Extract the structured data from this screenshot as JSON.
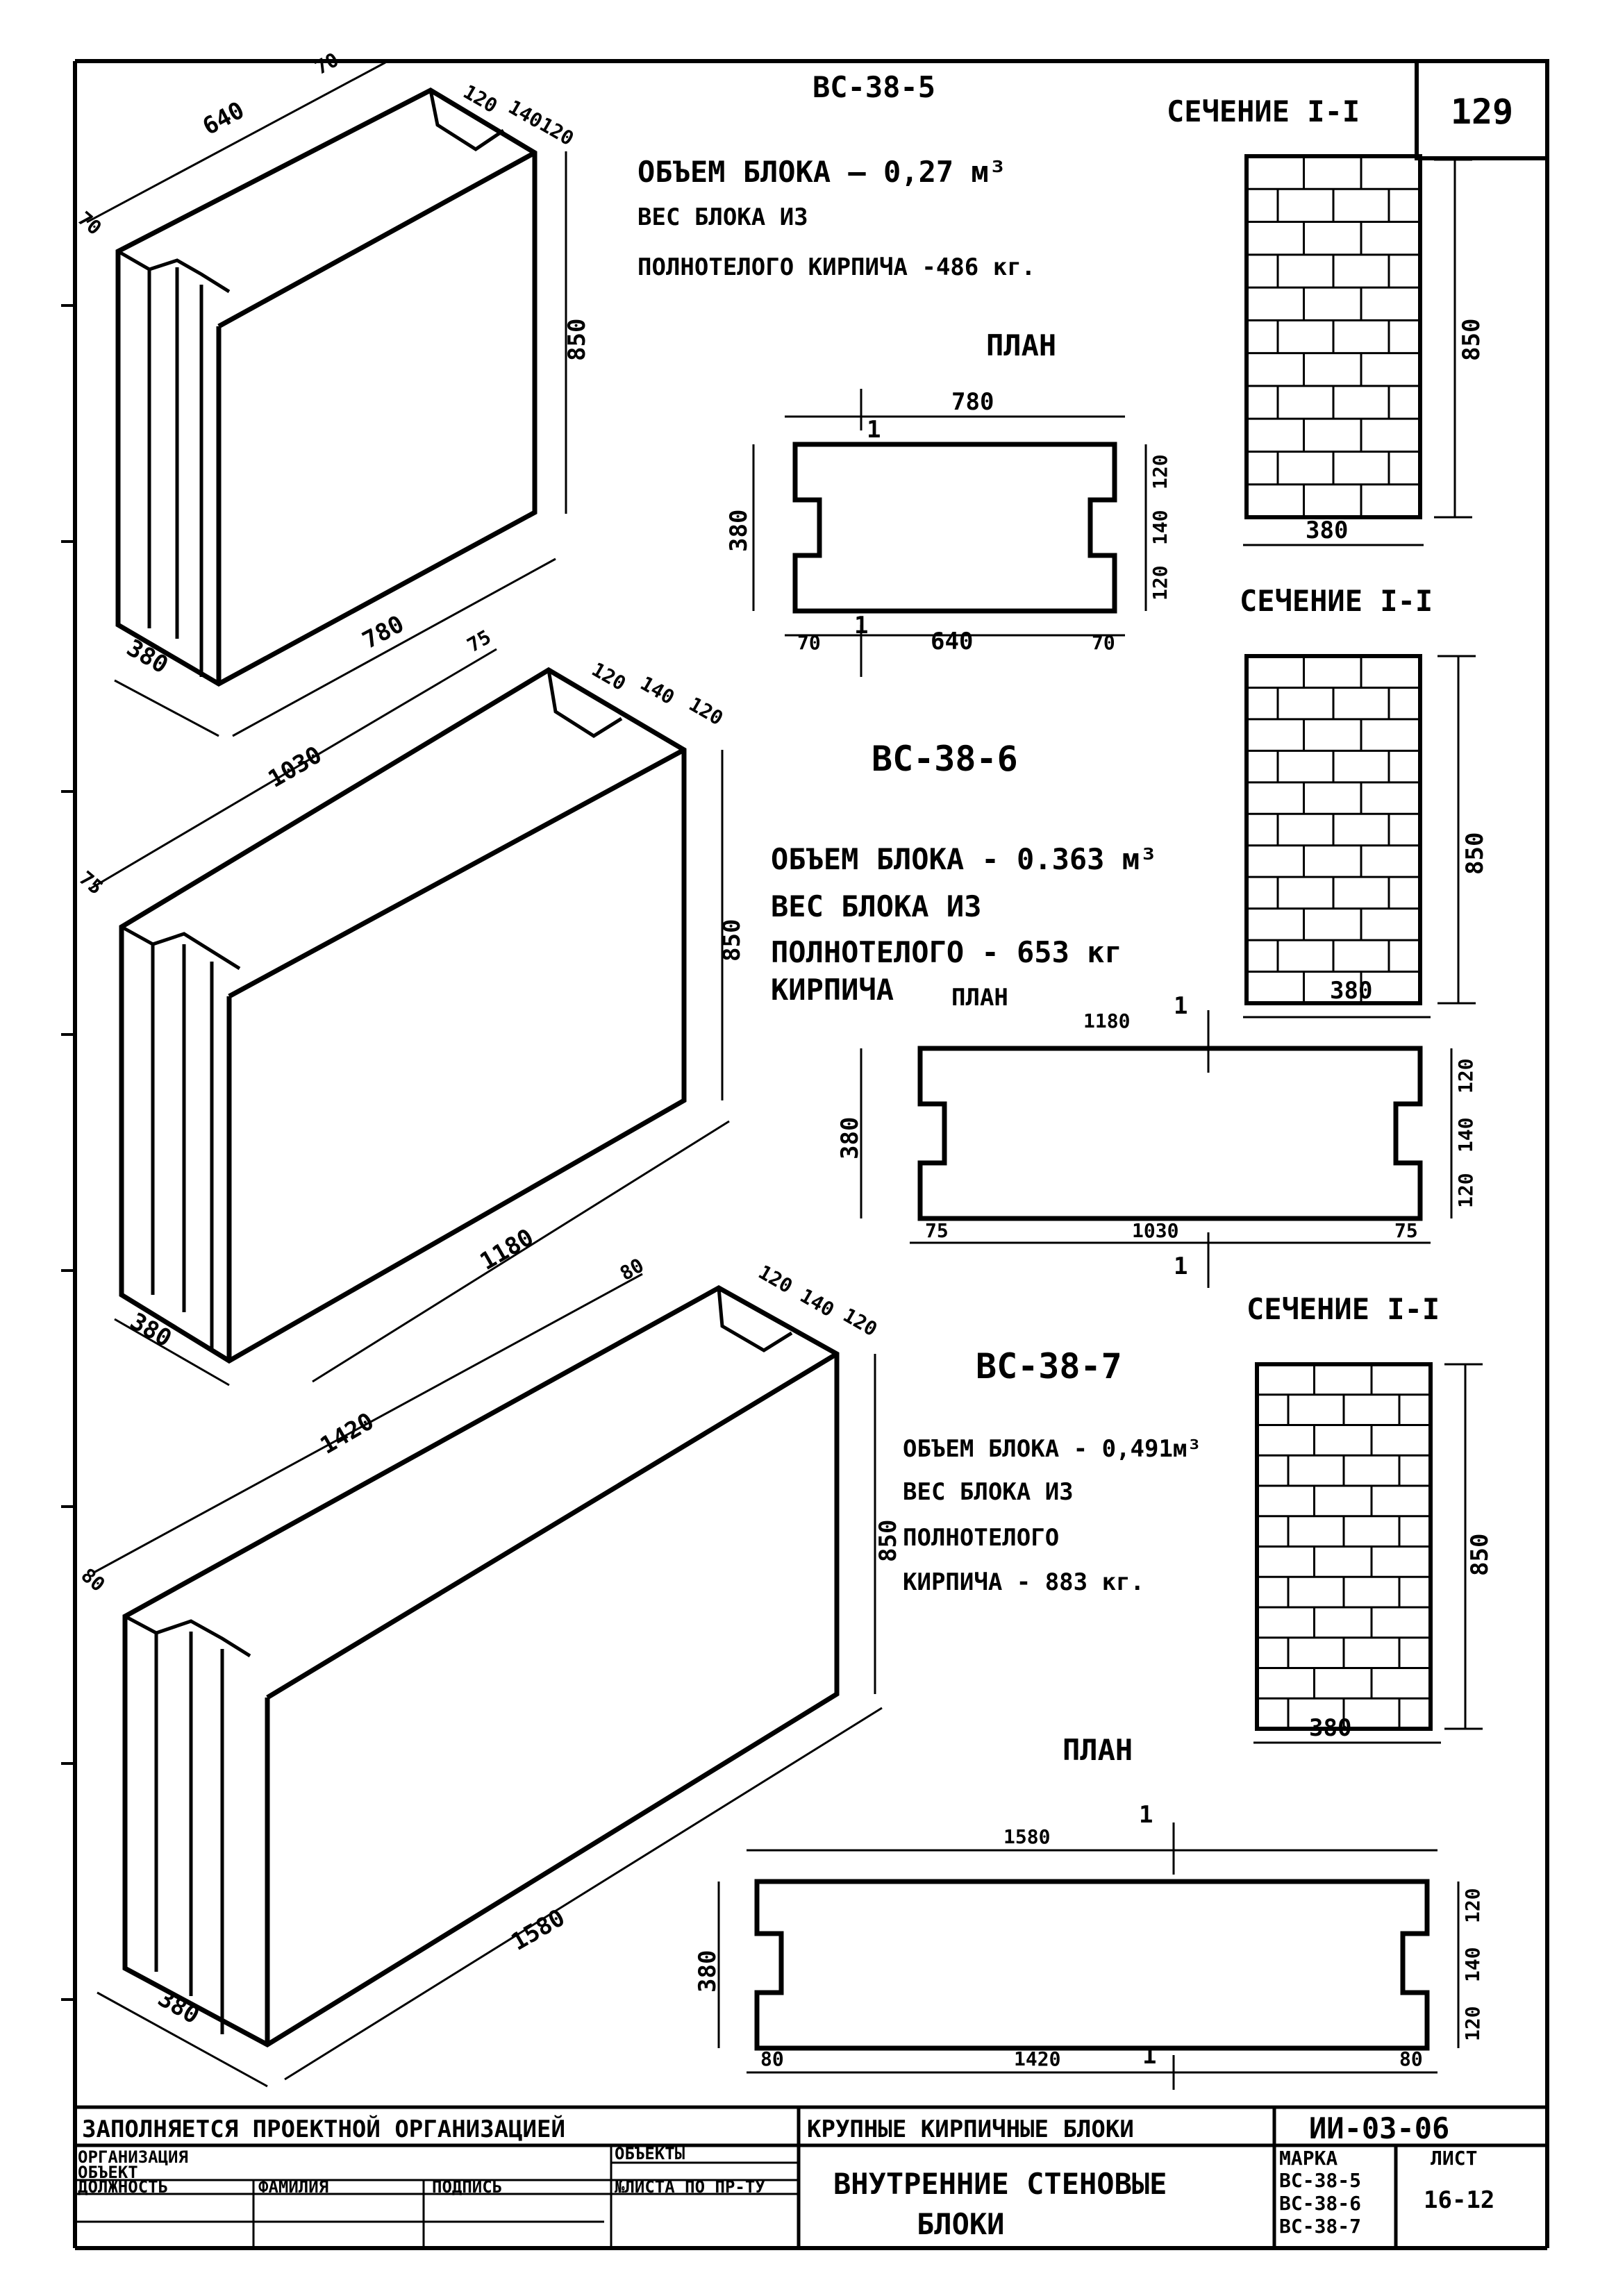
{
  "sheet": {
    "page_number": "129",
    "doc_code": "ИИ-03-06",
    "stamp": {
      "filled_by": "ЗАПОЛНЯЕТСЯ ПРОЕКТНОЙ ОРГАНИЗАЦИЕЙ",
      "org": "ОРГАНИЗАЦИЯ",
      "object": "ОБЪЕКТ",
      "objects": "ОБЪЕКТЫ",
      "position": "ДОЛЖНОСТЬ",
      "surname": "ФАМИЛИЯ",
      "signature": "ПОДПИСЬ",
      "sheet_ref": "№ЛИСТА ПО ПР-ТУ",
      "series_title": "КРУПНЫЕ КИРПИЧНЫЕ БЛОКИ",
      "title_line1": "ВНУТРЕННИЕ СТЕНОВЫЕ",
      "title_line2": "БЛОКИ",
      "mark_label": "МАРКА",
      "marks": [
        "ВС-38-5",
        "ВС-38-6",
        "ВС-38-7"
      ],
      "list_label": "ЛИСТ",
      "list_value": "16-12"
    }
  },
  "blocks": [
    {
      "mark": "ВС-38-5",
      "volume": "ОБЪЕМ БЛОКА  —  0,27 м³",
      "weight_lines": [
        "ВЕС БЛОКА ИЗ",
        "ПОЛНОТЕЛОГО КИРПИЧА -486 кг."
      ],
      "plan_label": "ПЛАН",
      "section_label": "СЕЧЕНИЕ I-I",
      "cut_mark": "1",
      "plan_dims": {
        "length": "780",
        "core": "640",
        "end": "70",
        "depth": "380",
        "s1": "120",
        "s2": "140",
        "s3": "120"
      },
      "iso_dims": {
        "length": "780",
        "depth": "380",
        "core": "640",
        "end": "70",
        "height": "850",
        "g1": "120",
        "g2": "140",
        "g3": "120"
      },
      "section_dims": {
        "height": "850",
        "width": "380"
      }
    },
    {
      "mark": "ВС-38-6",
      "volume": "ОБЪЕМ БЛОКА  -   0.363 м³",
      "weight_lines": [
        "ВЕС БЛОКА ИЗ",
        "ПОЛНОТЕЛОГО - 653 кг",
        "КИРПИЧА"
      ],
      "plan_label": "ПЛАН",
      "section_label": "СЕЧЕНИЕ I-I",
      "cut_mark": "1",
      "plan_dims": {
        "length": "1180",
        "core": "1030",
        "end": "75",
        "depth": "380",
        "s1": "120",
        "s2": "140",
        "s3": "120"
      },
      "iso_dims": {
        "length": "1180",
        "depth": "380",
        "core": "1030",
        "end": "75",
        "height": "850",
        "g1": "120",
        "g2": "140",
        "g3": "120"
      },
      "section_dims": {
        "height": "850",
        "width": "380"
      }
    },
    {
      "mark": "ВС-38-7",
      "volume": "ОБЪЕМ БЛОКА - 0,491м³",
      "weight_lines": [
        "ВЕС БЛОКА ИЗ",
        "ПОЛНОТЕЛОГО",
        "КИРПИЧА   - 883 кг."
      ],
      "plan_label": "ПЛАН",
      "section_label": "СЕЧЕНИЕ I-I",
      "cut_mark": "1",
      "plan_dims": {
        "length": "1580",
        "core": "1420",
        "end": "80",
        "depth": "380",
        "s1": "120",
        "s2": "140",
        "s3": "120"
      },
      "iso_dims": {
        "length": "1580",
        "depth": "380",
        "core": "1420",
        "end": "80",
        "height": "850",
        "g1": "120",
        "g2": "140",
        "g3": "120"
      },
      "section_dims": {
        "height": "850",
        "width": "380"
      }
    }
  ]
}
